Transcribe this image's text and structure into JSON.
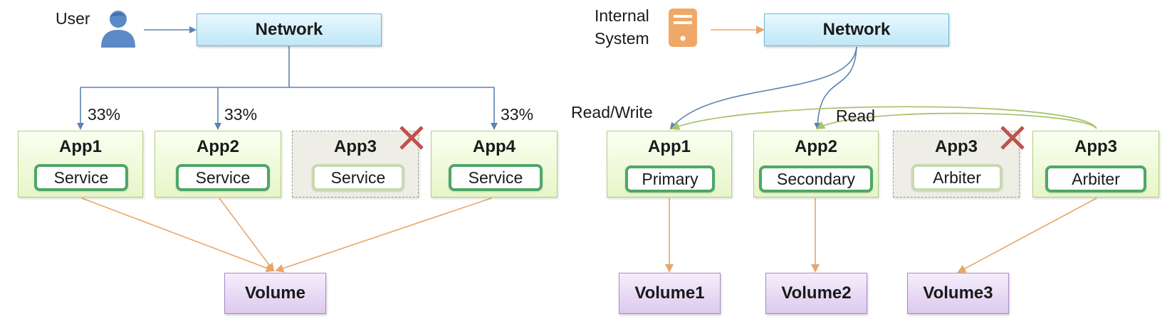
{
  "colors": {
    "network_arrow": "#5b84b1",
    "volume_arrow": "#e8a66c",
    "replication_arrow": "#a9c46e",
    "service_border": "#4fa766",
    "fail_mark": "#c0504d"
  },
  "icons": {
    "user": "user-icon",
    "system": "server-icon",
    "fail": "cross-mark-icon"
  },
  "left": {
    "source_label": "User",
    "network_label": "Network",
    "percent_labels": [
      "33%",
      "33%",
      "33%"
    ],
    "apps": [
      {
        "title": "App1",
        "service": "Service",
        "failed": false
      },
      {
        "title": "App2",
        "service": "Service",
        "failed": false
      },
      {
        "title": "App3",
        "service": "Service",
        "failed": true
      },
      {
        "title": "App4",
        "service": "Service",
        "failed": false
      }
    ],
    "volume": "Volume"
  },
  "right": {
    "source_label": "Internal\nSystem",
    "network_label": "Network",
    "read_write_label": "Read/Write",
    "read_label": "Read",
    "apps": [
      {
        "title": "App1",
        "service": "Primary",
        "failed": false
      },
      {
        "title": "App2",
        "service": "Secondary",
        "failed": false
      },
      {
        "title": "App3",
        "service": "Arbiter",
        "failed": true
      },
      {
        "title": "App3",
        "service": "Arbiter",
        "failed": false
      }
    ],
    "volumes": [
      "Volume1",
      "Volume2",
      "Volume3"
    ]
  }
}
